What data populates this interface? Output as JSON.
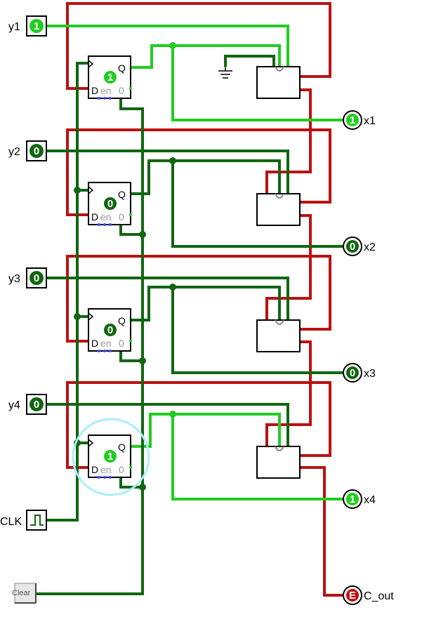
{
  "colors": {
    "wire_red": "#bb1111",
    "wire_on": "#22cc22",
    "wire_off": "#116611",
    "pin_on": "#22cc22",
    "pin_off": "#116611",
    "pin_error": "#bb1111",
    "dot_blue": "#4444ff",
    "selection": "#aaeeff"
  },
  "inputs": [
    {
      "label": "y1",
      "value": "1"
    },
    {
      "label": "y2",
      "value": "0"
    },
    {
      "label": "y3",
      "value": "0"
    },
    {
      "label": "y4",
      "value": "0"
    }
  ],
  "registers": [
    {
      "q_label": "Q",
      "d_label": "D",
      "en_label": "en",
      "zero_label": "0",
      "value": "1"
    },
    {
      "q_label": "Q",
      "d_label": "D",
      "en_label": "en",
      "zero_label": "0",
      "value": "0"
    },
    {
      "q_label": "Q",
      "d_label": "D",
      "en_label": "en",
      "zero_label": "0",
      "value": "0"
    },
    {
      "q_label": "Q",
      "d_label": "D",
      "en_label": "en",
      "zero_label": "0",
      "value": "1"
    }
  ],
  "outputs": [
    {
      "label": "x1",
      "value": "1"
    },
    {
      "label": "x2",
      "value": "0"
    },
    {
      "label": "x3",
      "value": "0"
    },
    {
      "label": "x4",
      "value": "1"
    },
    {
      "label": "C_out",
      "value": "E"
    }
  ],
  "clock": {
    "label": "CLK"
  },
  "clear_button": {
    "label": "Clear"
  }
}
